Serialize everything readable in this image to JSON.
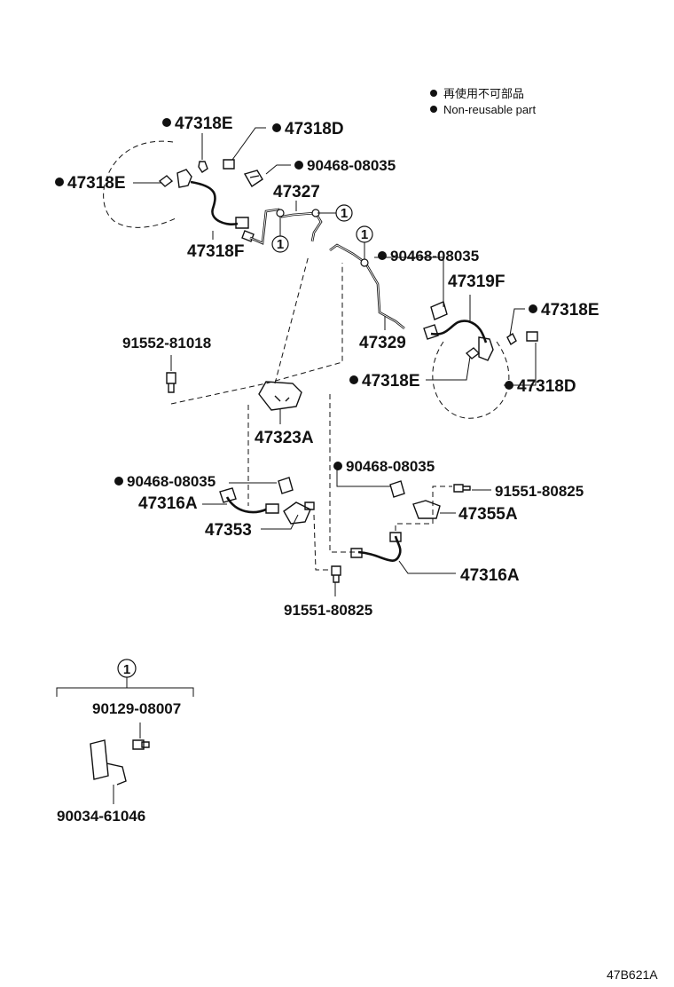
{
  "legend": {
    "marker": "●",
    "line1": "再使用不可部品",
    "line2": "Non-reusable part"
  },
  "bullet": "●",
  "callout_number": "1",
  "diagram_code": "47B621A",
  "parts": {
    "p47318E_a": "47318E",
    "p47318D_a": "47318D",
    "p47318E_b": "47318E",
    "p90468_a": "90468-08035",
    "p47327": "47327",
    "p47318F": "47318F",
    "p90468_b": "90468-08035",
    "p47319F": "47319F",
    "p47318E_c": "47318E",
    "p47329": "47329",
    "p91552": "91552-81018",
    "p47318E_d": "47318E",
    "p47318D_b": "47318D",
    "p47323A": "47323A",
    "p90468_c": "90468-08035",
    "p90468_d": "90468-08035",
    "p91551_a": "91551-80825",
    "p47316A_a": "47316A",
    "p47355A": "47355A",
    "p47353": "47353",
    "p47316A_b": "47316A",
    "p91551_b": "91551-80825",
    "p90129": "90129-08007",
    "p90034": "90034-61046"
  }
}
